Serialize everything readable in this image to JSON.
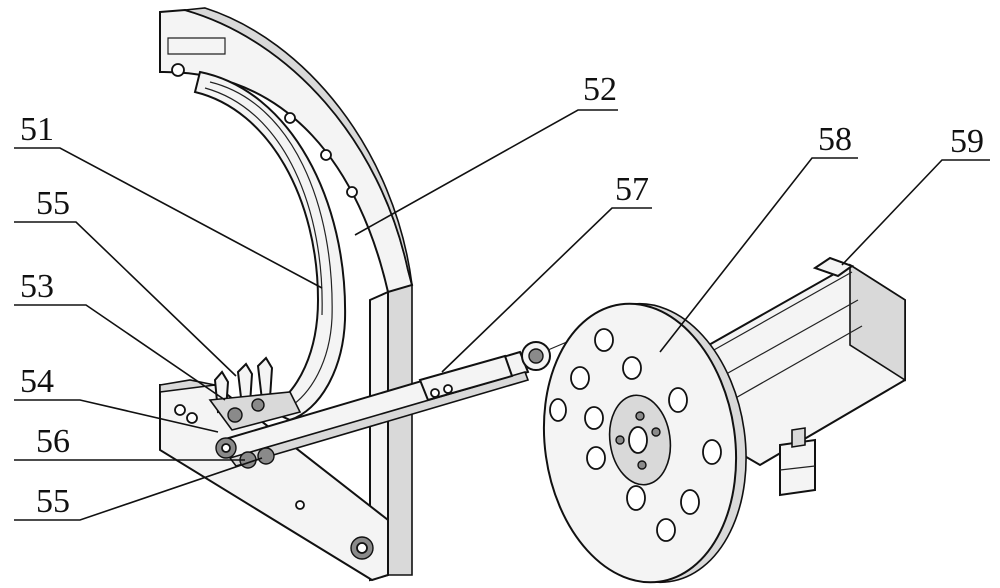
{
  "labels": [
    {
      "id": "51",
      "text": "51"
    },
    {
      "id": "52",
      "text": "52"
    },
    {
      "id": "53",
      "text": "53"
    },
    {
      "id": "54",
      "text": "54"
    },
    {
      "id": "55a",
      "text": "55"
    },
    {
      "id": "55b",
      "text": "55"
    },
    {
      "id": "56",
      "text": "56"
    },
    {
      "id": "57",
      "text": "57"
    },
    {
      "id": "58",
      "text": "58"
    },
    {
      "id": "59",
      "text": "59"
    }
  ]
}
